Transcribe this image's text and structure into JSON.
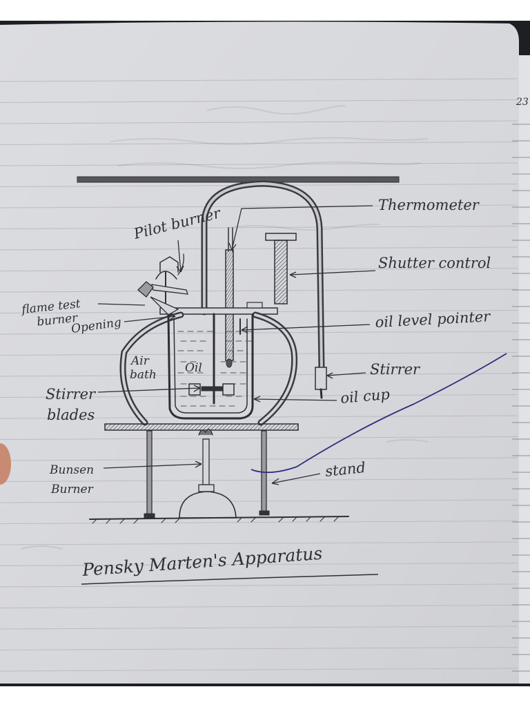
{
  "diagram": {
    "title": "Pensky Marten's Apparatus",
    "labels": {
      "thermometer": "Thermometer",
      "pilot_burner": "Pilot burner",
      "shutter_control": "Shutter control",
      "flame_test_burner": "flame test burner",
      "opening": "Opening",
      "oil_level_pointer": "oil level pointer",
      "air_bath": "Air bath",
      "oil": "Oil",
      "stirrer": "Stirrer",
      "stirrer_blades": "Stirrer blades",
      "oil_cup": "oil cup",
      "bunsen_burner": "Bunsen Burner",
      "stand": "stand"
    },
    "page_number": "23"
  },
  "colors": {
    "paper": "#d8d9dc",
    "ink": "#2e2e35",
    "rule_line": "#b9bcc3",
    "blue_pen": "#2c2f7e",
    "background": "#1d1f24"
  }
}
